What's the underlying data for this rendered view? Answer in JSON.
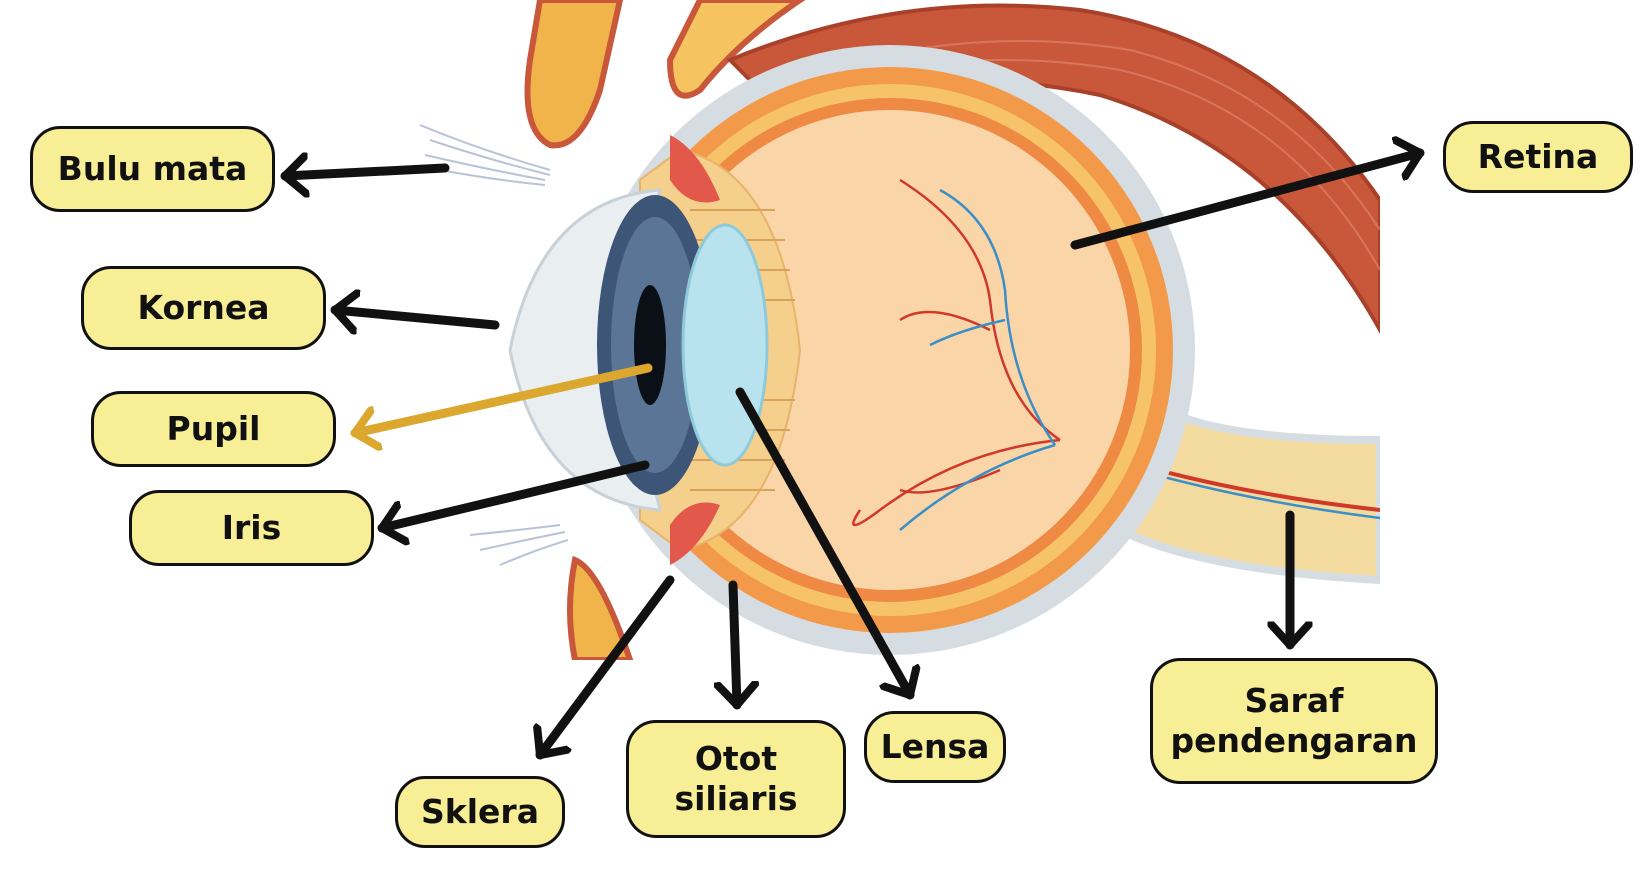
{
  "diagram": {
    "labels": {
      "bulu_mata": "Bulu mata",
      "kornea": "Kornea",
      "pupil": "Pupil",
      "iris": "Iris",
      "sklera": "Sklera",
      "otot_siliaris": "Otot\nsiliaris",
      "lensa": "Lensa",
      "retina": "Retina",
      "saraf": "Saraf\npendengaran"
    },
    "colors": {
      "label_fill": "#f7ee95",
      "label_border": "#111111",
      "arrow": "#111111",
      "pupil_arrow": "#dca72e",
      "muscle": "#c9573a",
      "sclera": "#d6dde2",
      "choroid": "#f29a4a",
      "retina_layer": "#f6c36b",
      "vitreous": "#fad5a8",
      "iris": "#3d5677",
      "lens": "#b8e3ee",
      "nerve": "#f3dba0",
      "fat_pad": "#f0b44a"
    }
  }
}
